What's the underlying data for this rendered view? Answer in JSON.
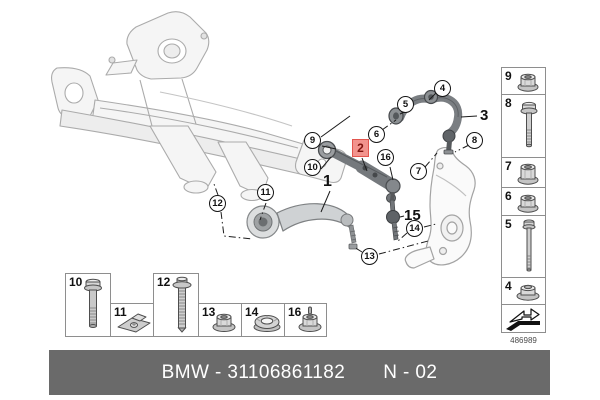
{
  "diagram": {
    "circled_callouts": {
      "c4": "4",
      "c5": "5",
      "c6": "6",
      "c7": "7",
      "c8": "8",
      "c9": "9",
      "c10": "10",
      "c11": "11",
      "c12": "12",
      "c13": "13",
      "c14": "14",
      "c16": "16"
    },
    "part_labels": {
      "p1": "1",
      "p3": "3",
      "p15": "15"
    },
    "highlighted_callout": {
      "label": "2"
    }
  },
  "sidebar": {
    "cells": [
      {
        "num": "9",
        "icon": "flange-nut-icon"
      },
      {
        "num": "8",
        "icon": "flange-bolt-icon"
      },
      {
        "num": "7",
        "icon": "collar-nut-icon"
      },
      {
        "num": "6",
        "icon": "flange-nut-icon"
      },
      {
        "num": "5",
        "icon": "long-bolt-icon"
      },
      {
        "num": "4",
        "icon": "self-locking-nut-icon"
      }
    ],
    "arrow_icon": "direction-of-travel-arrow-icon"
  },
  "bottom_row": {
    "cells": [
      {
        "num": "10",
        "icon": "hex-flange-bolt-icon"
      },
      {
        "num": "11",
        "icon": "clamp-bracket-icon"
      },
      {
        "num": "12",
        "icon": "flange-screw-icon"
      },
      {
        "num": "13",
        "icon": "flange-nut-icon"
      },
      {
        "num": "14",
        "icon": "ring-nut-icon"
      },
      {
        "num": "16",
        "icon": "ball-joint-nut-icon"
      }
    ]
  },
  "footer": {
    "part_number_text": "BMW - 31106861182",
    "page_code": "N - 02"
  },
  "figure_number": "486989",
  "colors": {
    "highlight_fill": "#f2938d",
    "highlight_border": "#e2554e",
    "highlight_text": "#7e130e",
    "footer_bg": "#6a6a6a"
  }
}
